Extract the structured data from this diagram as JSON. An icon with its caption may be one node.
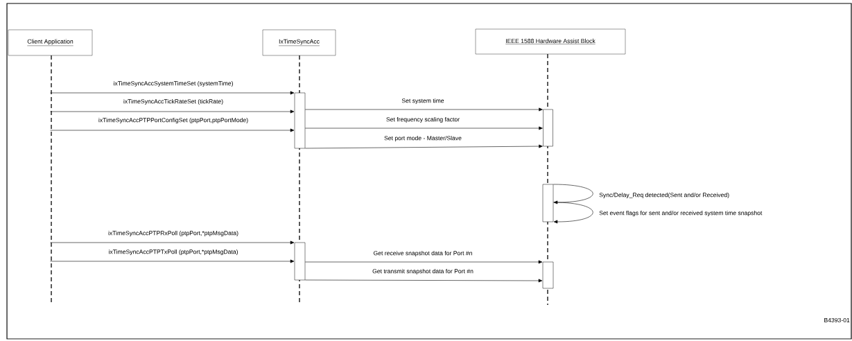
{
  "diagram": {
    "nodes": [
      {
        "text": [
          "Client Application"
        ]
      },
      {
        "text": [
          "IxTimeSyncAcc"
        ]
      },
      {
        "text": [
          "IEEE 1588 Hardware Assist Block"
        ]
      },
      {
        "text": [],
        "shape": "bar",
        "in": 1
      },
      {
        "text": [],
        "shape": "bar",
        "in": 2
      },
      {
        "text": [],
        "shape": "bar",
        "in": 2
      },
      {
        "text": [],
        "shape": "bar",
        "in": 1
      },
      {
        "text": [],
        "shape": "bar",
        "in": 2
      }
    ],
    "edges": [
      {
        "from": 0,
        "to": 3,
        "arrow": "to",
        "label": "ixTimeSyncAccSystemTimeSet (systemTime)"
      },
      {
        "from": 0,
        "to": 3,
        "arrow": "to",
        "label": "ixTimeSyncAccTickRateSet (tickRate)"
      },
      {
        "from": 0,
        "to": 3,
        "arrow": "to",
        "label": "ixTimeSyncAccPTPPortConfigSet (ptpPort,ptpPortMode)"
      },
      {
        "from": 3,
        "to": 4,
        "arrow": "to",
        "label": "Set system time"
      },
      {
        "from": 3,
        "to": 4,
        "arrow": "to",
        "label": "Set frequency scaling factor"
      },
      {
        "from": 3,
        "to": 4,
        "arrow": "to",
        "label": "Set port mode - Master/Slave"
      },
      {
        "from": 5,
        "to": 5,
        "arrow": "to",
        "label": "Sync/Delay_Req detected(Sent and/or Received)"
      },
      {
        "from": 5,
        "to": 5,
        "arrow": "to",
        "label": "Set event flags for sent and/or received system time snapshot"
      },
      {
        "from": 0,
        "to": 6,
        "arrow": "to",
        "label": "ixTimeSyncAccPTPRxPoll (ptpPort,*ptpMsgData)"
      },
      {
        "from": 0,
        "to": 6,
        "arrow": "to",
        "label": "ixTimeSyncAccPTPTxPoll (ptpPort,*ptpMsgData)"
      },
      {
        "from": 6,
        "to": 7,
        "arrow": "to",
        "label": "Get receive snapshot data for Port #n"
      },
      {
        "from": 6,
        "to": 7,
        "arrow": "to",
        "label": "Get transmit snapshot data for Port #n"
      }
    ],
    "labels": [
      "B4393-01"
    ]
  }
}
